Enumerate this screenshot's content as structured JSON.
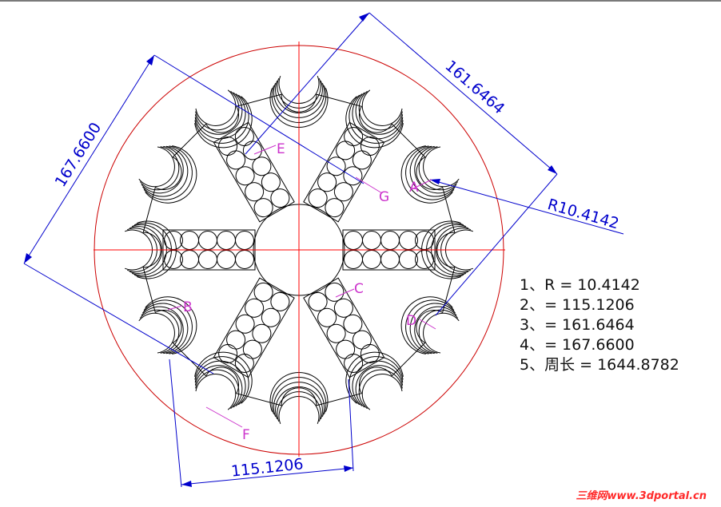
{
  "dimensions": {
    "aligned_top_right": "161.6464",
    "aligned_left": "167.6600",
    "bottom": "115.1206",
    "radius": "R10.4142"
  },
  "point_labels": {
    "A": "A",
    "B": "B",
    "C": "C",
    "D": "D",
    "E": "E",
    "F": "F",
    "G": "G"
  },
  "results": [
    "1、R = 10.4142",
    "2、= 115.1206",
    "3、= 161.6464",
    "4、= 167.6600",
    "5、周长 = 1644.8782"
  ],
  "watermark": "三维网www.3dportal.cn",
  "colors": {
    "geometry": "#000000",
    "outer_circle": "#cc0000",
    "center_lines": "#ff0000",
    "dimensions": "#0000cc",
    "labels": "#cc33cc",
    "watermark": "#ff2a2a"
  }
}
